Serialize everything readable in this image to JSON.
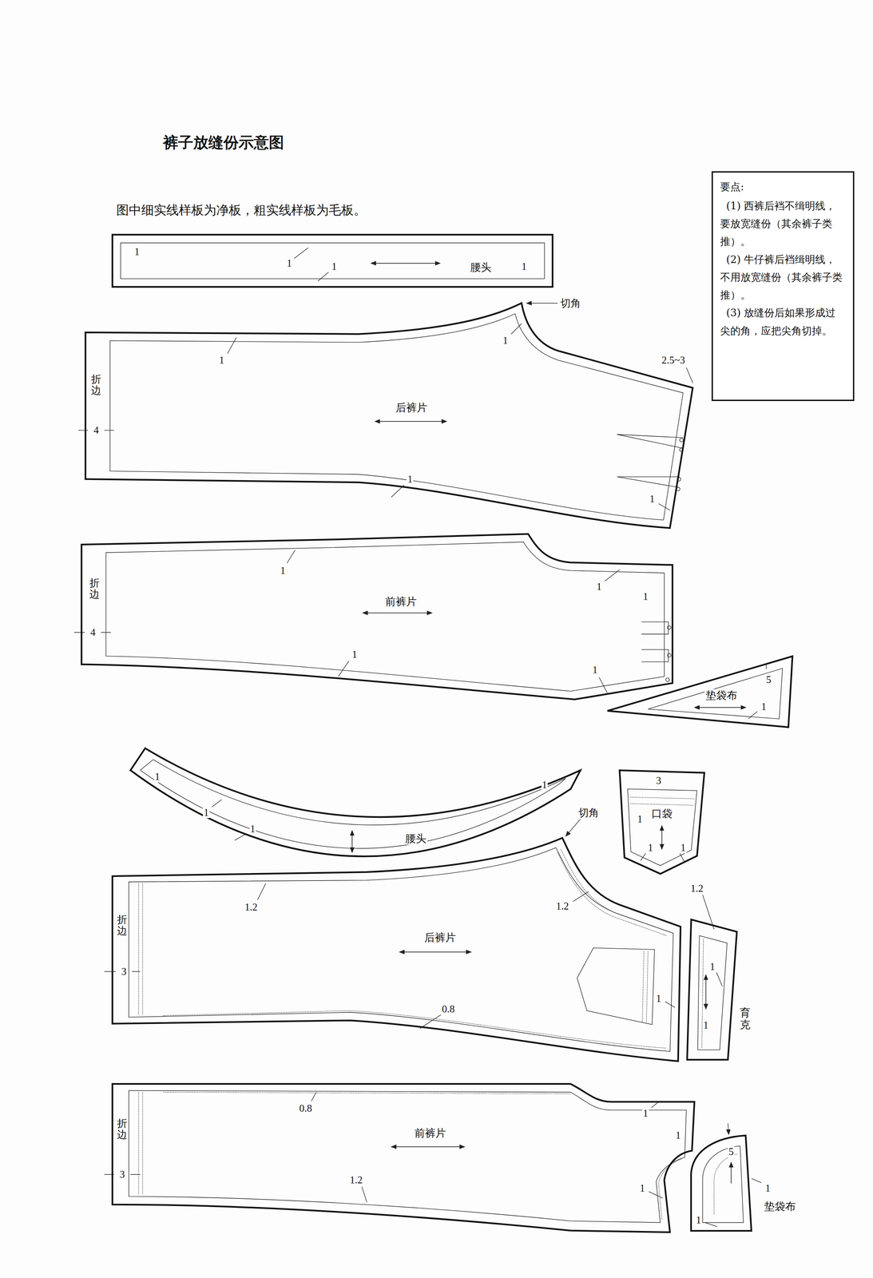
{
  "diagram": {
    "title": "裤子放缝份示意图",
    "nodes": [
      {
        "text": [
          "要点:",
          "(1) 西裤后裆不缉明线，要放宽缝份（其余裤子类推）。",
          "(2) 牛仔裤后裆缉明线，不用放宽缝份（其余裤子类推）。",
          "(3) 放缝份后如果形成过尖的角，应把尖角切掉。"
        ]
      },
      {
        "text": [
          "腰头"
        ]
      },
      {
        "text": [
          "后裤片"
        ]
      },
      {
        "text": [
          "前裤片"
        ]
      },
      {
        "text": [
          "垫袋布"
        ]
      },
      {
        "text": [
          "腰头"
        ]
      },
      {
        "text": [
          "口袋"
        ]
      },
      {
        "text": [
          "后裤片"
        ]
      },
      {
        "text": [
          "育克"
        ]
      },
      {
        "text": [
          "前裤片"
        ]
      },
      {
        "text": [
          "垫袋布"
        ]
      }
    ],
    "labels": [
      "图中细实线样板为净板，粗实线样板为毛板。",
      "1",
      "1",
      "1",
      "1",
      "切角",
      "折边",
      "4",
      "1",
      "1",
      "2.5~3",
      "1",
      "1",
      "折边",
      "4",
      "1",
      "1",
      "1",
      "1",
      "1",
      "5",
      "1",
      "1",
      "1",
      "1",
      "1",
      "切角",
      "3",
      "1",
      "1",
      "1",
      "1.2",
      "1.2",
      "折边",
      "3",
      "1",
      "0.8",
      "1.2",
      "1",
      "1",
      "0.8",
      "1",
      "1",
      "折边",
      "3",
      "1",
      "1.2",
      "5",
      "1",
      "1"
    ]
  }
}
